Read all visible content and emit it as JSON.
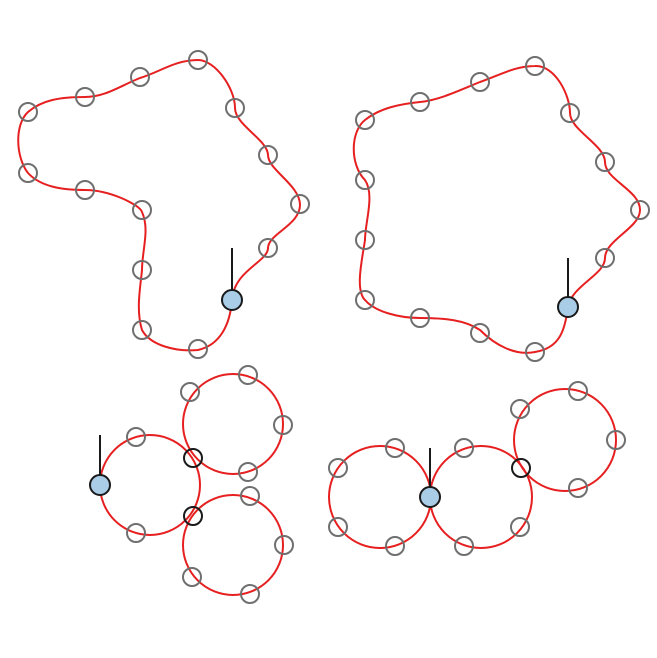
{
  "colors": {
    "background": "#ffffff",
    "curve": "#e62020",
    "node_stroke": "#6f6f6f",
    "junction_stroke": "#1a1a1a",
    "start_fill": "#a9cde6",
    "start_stroke": "#1a1a1a",
    "tick": "#1a1a1a"
  },
  "panels": [
    {
      "id": "top-left",
      "kind": "closed-curve",
      "start_nodes": 1
    },
    {
      "id": "top-right",
      "kind": "closed-curve",
      "start_nodes": 1
    },
    {
      "id": "bottom-left",
      "kind": "three-circles",
      "start_nodes": 1,
      "junctions": 2
    },
    {
      "id": "bottom-right",
      "kind": "three-circles",
      "start_nodes": 1,
      "junctions": 1
    }
  ]
}
